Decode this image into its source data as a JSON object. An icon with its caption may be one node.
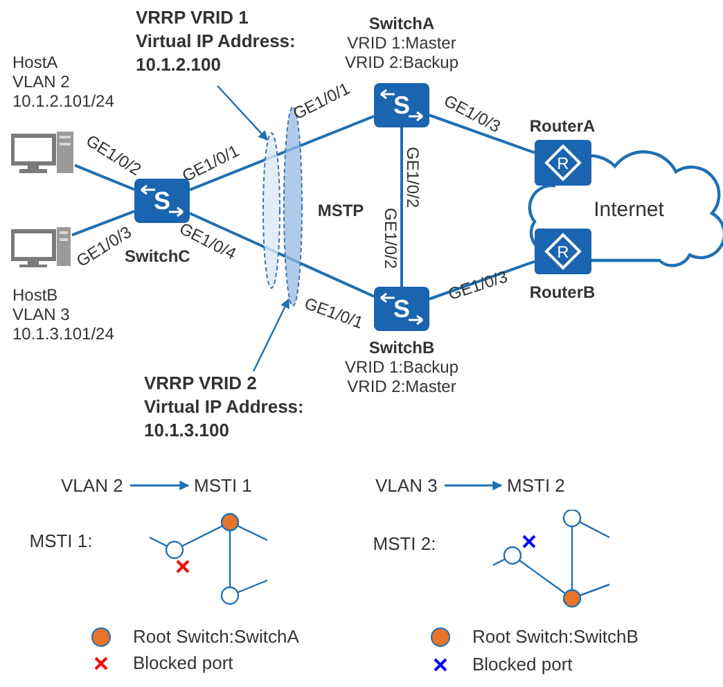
{
  "diagram": {
    "nodes": [
      {
        "text": [],
        "shape": "computer",
        "beside": [
          "HostA",
          "VLAN 2",
          "10.1.2.101/24"
        ]
      },
      {
        "text": [],
        "shape": "computer",
        "beside": [
          "HostB",
          "VLAN 3",
          "10.1.3.101/24"
        ]
      },
      {
        "text": [
          "S"
        ],
        "beside": [
          "SwitchC"
        ]
      },
      {
        "text": [
          "S"
        ],
        "beside": [
          "SwitchA",
          "VRID 1:Master",
          "VRID 2:Backup"
        ]
      },
      {
        "text": [
          "S"
        ],
        "beside": [
          "SwitchB",
          "VRID 1:Backup",
          "VRID 2:Master"
        ]
      },
      {
        "text": [
          "Internet"
        ]
      },
      {
        "text": [
          "R"
        ],
        "beside": [
          "RouterA"
        ]
      },
      {
        "text": [
          "R"
        ],
        "beside": [
          "RouterB"
        ]
      },
      {
        "text": [
          "VRRP VRID 1",
          "Virtual IP Address: 10.1.2.100"
        ]
      },
      {
        "text": [],
        "shape": "ellipse"
      },
      {
        "text": [],
        "shape": "ellipse"
      },
      {
        "text": [
          "VRRP VRID 2",
          "Virtual IP Address: 10.1.3.100"
        ]
      },
      {
        "text": [
          "VLAN 2"
        ]
      },
      {
        "text": [
          "MSTI 1"
        ]
      },
      {
        "text": [
          "VLAN 3"
        ]
      },
      {
        "text": [
          "MSTI 2"
        ]
      }
    ],
    "edges": [
      {
        "from": 0,
        "to": 2,
        "arrow": "none",
        "label": "GE1/0/2"
      },
      {
        "from": 1,
        "to": 2,
        "arrow": "none",
        "label": "GE1/0/3"
      },
      {
        "from": 2,
        "to": 3,
        "arrow": "none",
        "label": "GE1/0/1"
      },
      {
        "from": 2,
        "to": 4,
        "arrow": "none",
        "label": "GE1/0/4"
      },
      {
        "from": 3,
        "to": 4,
        "arrow": "none",
        "label": "GE1/0/2"
      },
      {
        "from": 3,
        "to": 6,
        "arrow": "none",
        "label": "GE1/0/3"
      },
      {
        "from": 4,
        "to": 7,
        "arrow": "none",
        "label": "GE1/0/3"
      },
      {
        "from": 8,
        "to": 9,
        "arrow": "to"
      },
      {
        "from": 11,
        "to": 10,
        "arrow": "to"
      },
      {
        "from": 12,
        "to": 13,
        "arrow": "to"
      },
      {
        "from": 14,
        "to": 15,
        "arrow": "to"
      }
    ],
    "labels": [
      "GE1/0/1",
      "MSTP",
      "GE1/0/2",
      "GE1/0/1",
      "MSTI 1:",
      "MSTI 2:"
    ],
    "legend": [
      {
        "text": "Root Switch:SwitchA",
        "color": "#e8732a"
      },
      {
        "text": "Blocked port",
        "color": "#ff0000"
      },
      {
        "text": "Root Switch:SwitchB",
        "color": "#e8732a"
      },
      {
        "text": "Blocked port",
        "color": "#0000ff"
      }
    ]
  }
}
